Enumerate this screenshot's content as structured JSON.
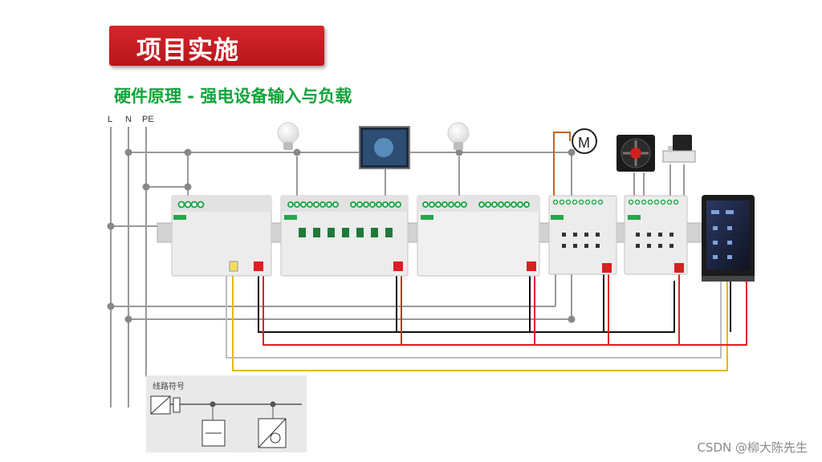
{
  "header": {
    "title": "项目实施",
    "subtitle": "硬件原理 - 强电设备输入与负载"
  },
  "rails": {
    "l_label": "L",
    "n_label": "N",
    "pe_label": "PE"
  },
  "legend": {
    "title": "线路符号"
  },
  "devices": {
    "motor_symbol": "M"
  },
  "watermark": "CSDN @柳大陈先生",
  "colors": {
    "title_red": "#c81e22",
    "subtitle_green": "#12a33a",
    "wire_red": "#e02020",
    "wire_black": "#111111",
    "wire_yellow": "#e6b800",
    "wire_gray": "#bdbdbd",
    "wire_orange": "#c8651a",
    "module_body": "#e9e9e9",
    "module_green": "#22a84a"
  }
}
